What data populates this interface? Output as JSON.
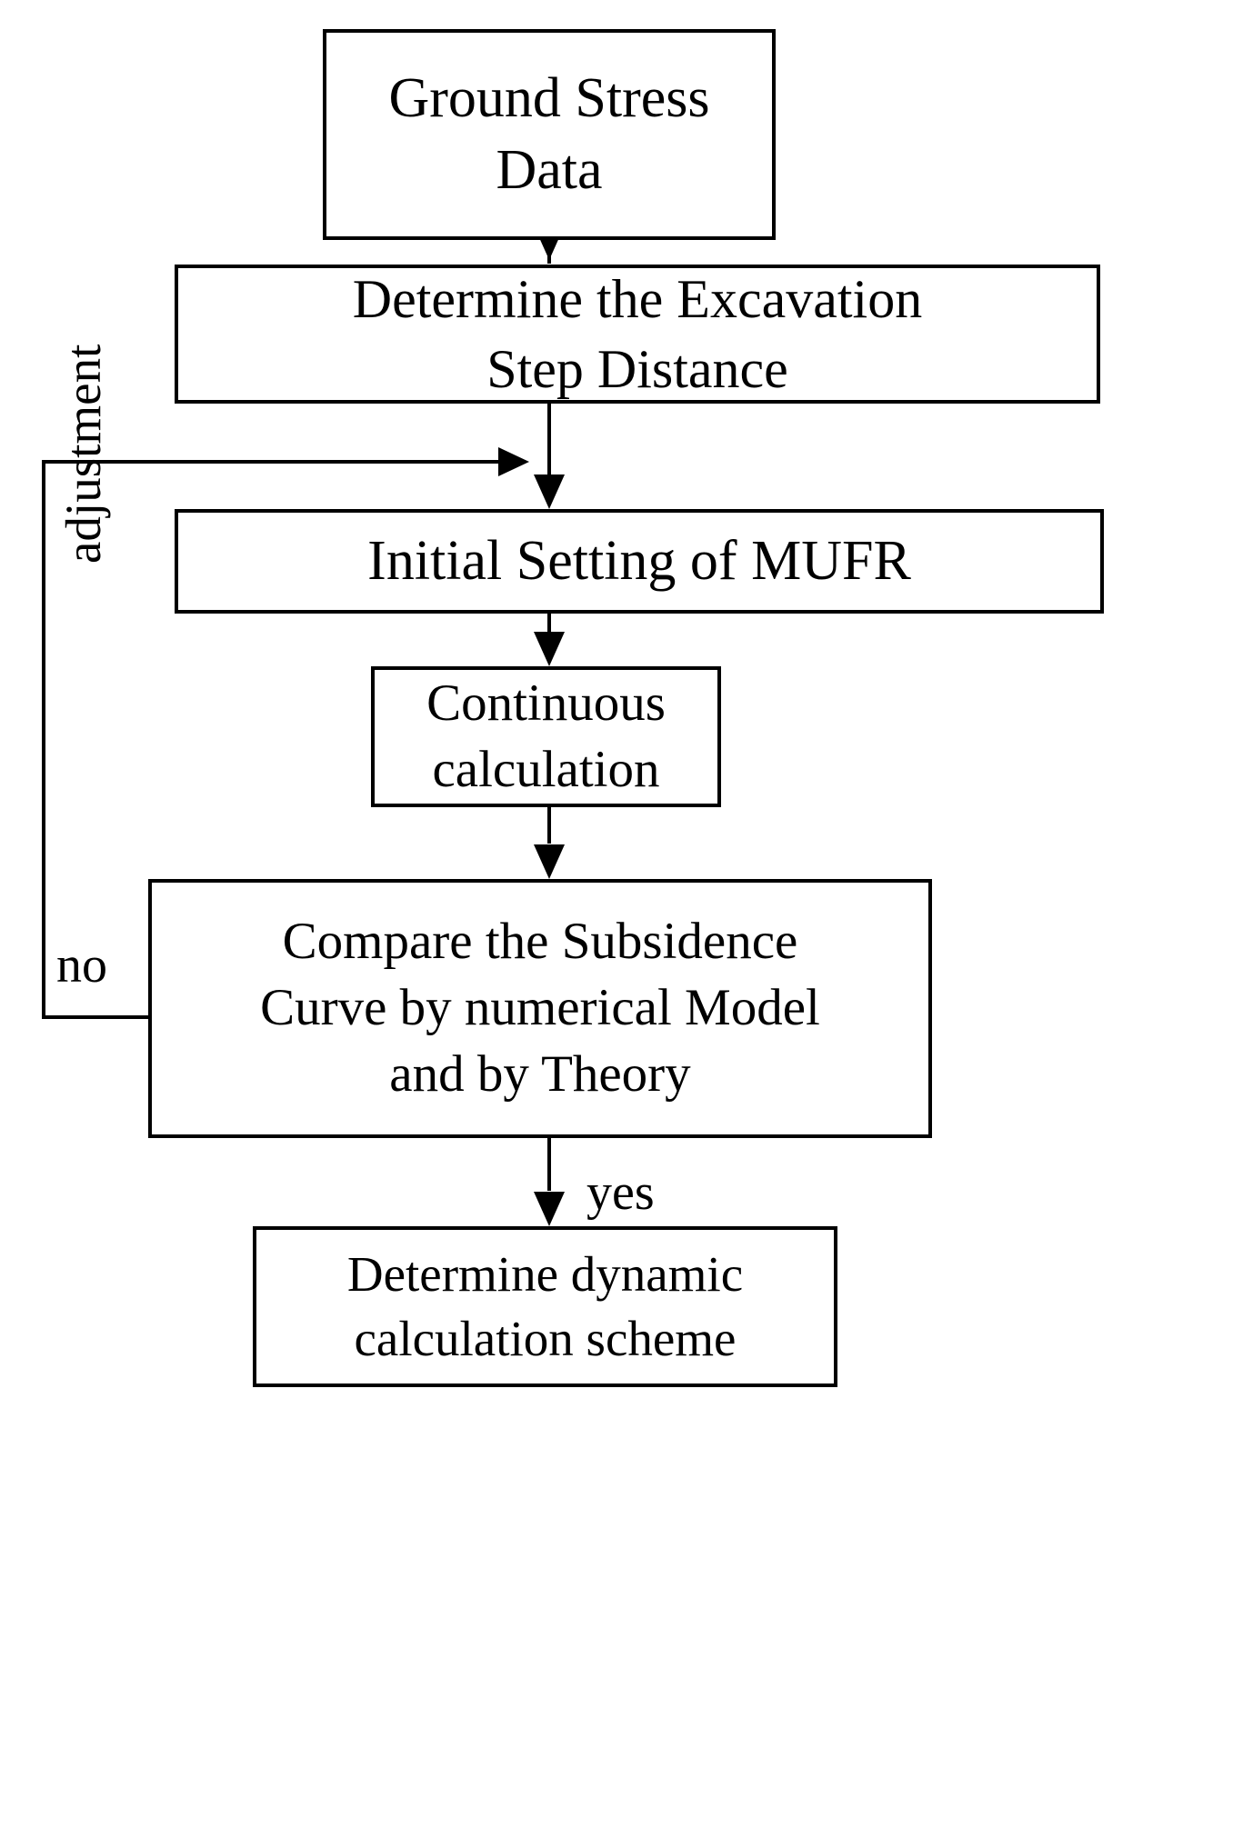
{
  "diagram": {
    "title": "MUFR calibration flowchart",
    "background_color": "#ffffff",
    "stroke_color": "#000000",
    "nodes": [
      {
        "id": "ground-stress",
        "label": "Ground Stress\nData"
      },
      {
        "id": "excavation",
        "label": "Determine the Excavation\nStep Distance"
      },
      {
        "id": "mufr",
        "label": "Initial Setting of MUFR"
      },
      {
        "id": "continuous",
        "label": "Continuous\ncalculation"
      },
      {
        "id": "compare",
        "label": "Compare the Subsidence\nCurve  by numerical Model\nand  by Theory"
      },
      {
        "id": "dynamic",
        "label": "Determine dynamic\ncalculation scheme"
      }
    ],
    "edge_labels": {
      "adjustment": "adjustment",
      "no": "no",
      "yes": "yes"
    }
  }
}
